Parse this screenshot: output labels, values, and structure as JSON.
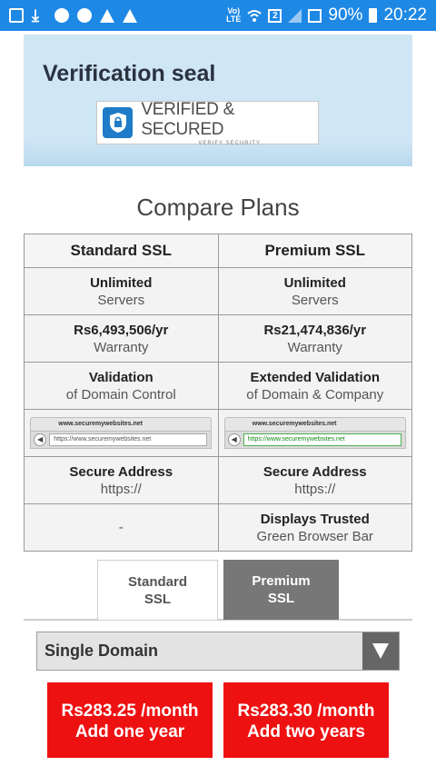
{
  "status_bar": {
    "lte_label": "Vo)\nLTE",
    "sim_label": "2",
    "battery_percent": "90%",
    "time": "20:22",
    "icons": [
      "gallery-icon",
      "download-icon",
      "maps-icon",
      "phone-icon",
      "alert-icon",
      "alert-icon",
      "wifi-icon",
      "signal-icon",
      "battery-icon"
    ]
  },
  "seal": {
    "title": "Verification seal",
    "badge_main": "VERIFIED & SECURED",
    "badge_sub": "VERIFY SECURITY"
  },
  "compare_title": "Compare Plans",
  "table": {
    "headers": [
      "Standard SSL",
      "Premium SSL"
    ],
    "rows": [
      [
        {
          "bold": "Unlimited",
          "light": "Servers"
        },
        {
          "bold": "Unlimited",
          "light": "Servers"
        }
      ],
      [
        {
          "bold": "Rs6,493,506/yr",
          "light": "Warranty"
        },
        {
          "bold": "Rs21,474,836/yr",
          "light": "Warranty"
        }
      ],
      [
        {
          "bold": "Validation",
          "light": "of Domain Control"
        },
        {
          "bold": "Extended Validation",
          "light": "of Domain & Company"
        }
      ]
    ],
    "browser": {
      "tab_text": "www.securemywebsites.net",
      "standard_url": "https://www.securemywebsites.net",
      "premium_url": "https://www.securemywebsites.net"
    },
    "rows2": [
      [
        {
          "bold": "Secure Address",
          "light": "https://"
        },
        {
          "bold": "Secure Address",
          "light": "https://"
        }
      ],
      [
        {
          "bold": "",
          "light": "-"
        },
        {
          "bold": "Displays Trusted",
          "light": "Green Browser Bar"
        }
      ]
    ]
  },
  "tabs": {
    "standard": {
      "line1": "Standard",
      "line2": "SSL"
    },
    "premium": {
      "line1": "Premium",
      "line2": "SSL"
    }
  },
  "select": {
    "value": "Single Domain"
  },
  "buttons": {
    "one_year": {
      "price": "Rs283.25 /month",
      "label": "Add one year"
    },
    "two_years": {
      "price": "Rs283.30 /month",
      "label": "Add two years"
    }
  },
  "colors": {
    "status_bar": "#1e88e5",
    "seal_panel": "#cfe6f5",
    "button_red": "#ee1111",
    "premium_tab": "#777777"
  }
}
